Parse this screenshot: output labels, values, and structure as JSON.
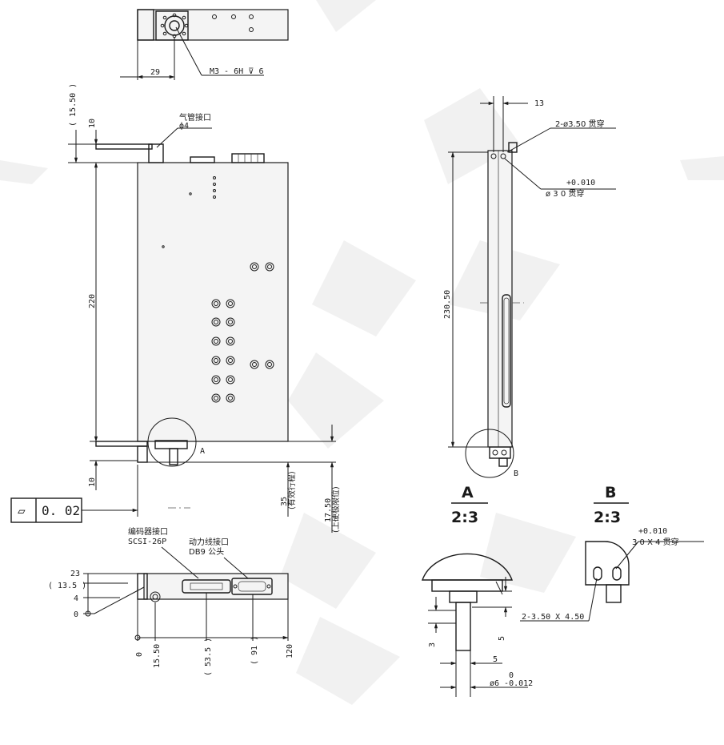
{
  "top_view": {
    "dim_29": "29",
    "thread_note": "M3 - 6H ⊽ 6"
  },
  "front_view": {
    "dim_15_50": "( 15.50 )",
    "dim_10_top": "10",
    "dim_220": "220",
    "dim_10_bottom": "10",
    "air_port_label": "气管接口",
    "air_port_size": "ф4",
    "detail_callout_a": "A",
    "dim_35": "35",
    "dim_35_note": "(有效行程)",
    "dim_17_50": "17.50",
    "dim_17_50_note": "(上硬极限位)"
  },
  "flatness": {
    "symbol": "▱",
    "value": "0. 02"
  },
  "bottom_view": {
    "encoder_label": "编码器接口",
    "encoder_type": "SCSI-26P",
    "power_label": "动力线接口",
    "power_type": "DB9  公头",
    "dim_23": "23",
    "dim_13_5": "( 13.5 )",
    "dim_4": "4",
    "dim_0_left": "0",
    "dim_0_bottom": "0",
    "dim_15_50": "15.50",
    "dim_53_5": "( 53.5 )",
    "dim_91": "( 91 )",
    "dim_120": "120"
  },
  "side_view": {
    "dim_13": "13",
    "holes_note": "2-ø3.50 贯穿",
    "pin_tol": "+0.010",
    "pin_note": "ø 3  0     贯穿",
    "dim_230_50": "230.50",
    "detail_callout_b": "B"
  },
  "detail_a": {
    "title": "A",
    "scale": "2:3",
    "dim_3": "3",
    "dim_5_right": "5",
    "dim_5_bottom": "5",
    "tol_upper": "0",
    "shaft_note": "ø6 -0.012"
  },
  "detail_b": {
    "title": "B",
    "scale": "2:3",
    "tol_upper": "+0.010",
    "pin_note": "3   0       X 4  贯穿",
    "slot_note": "2-3.50 X 4.50"
  }
}
